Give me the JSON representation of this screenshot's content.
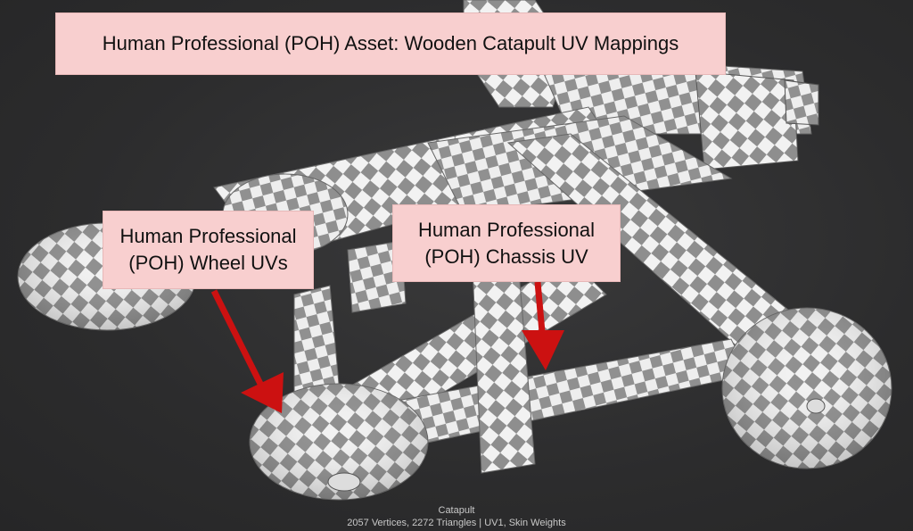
{
  "viewport": {
    "model_name": "Catapult",
    "model_stats": "2057 Vertices, 2272 Triangles | UV1, Skin Weights",
    "checker_light": "#f2f2f2",
    "checker_dark": "#8e8e8e",
    "arrow_color": "#cc1111",
    "background": "#2f2f30"
  },
  "annotations": {
    "title": "Human Professional (POH) Asset: Wooden Catapult UV Mappings",
    "wheel_label": "Human Professional\n(POH) Wheel UVs",
    "chassis_label": "Human Professional\n(POH) Chassis UV",
    "callout_color": "#f8cfcf"
  }
}
